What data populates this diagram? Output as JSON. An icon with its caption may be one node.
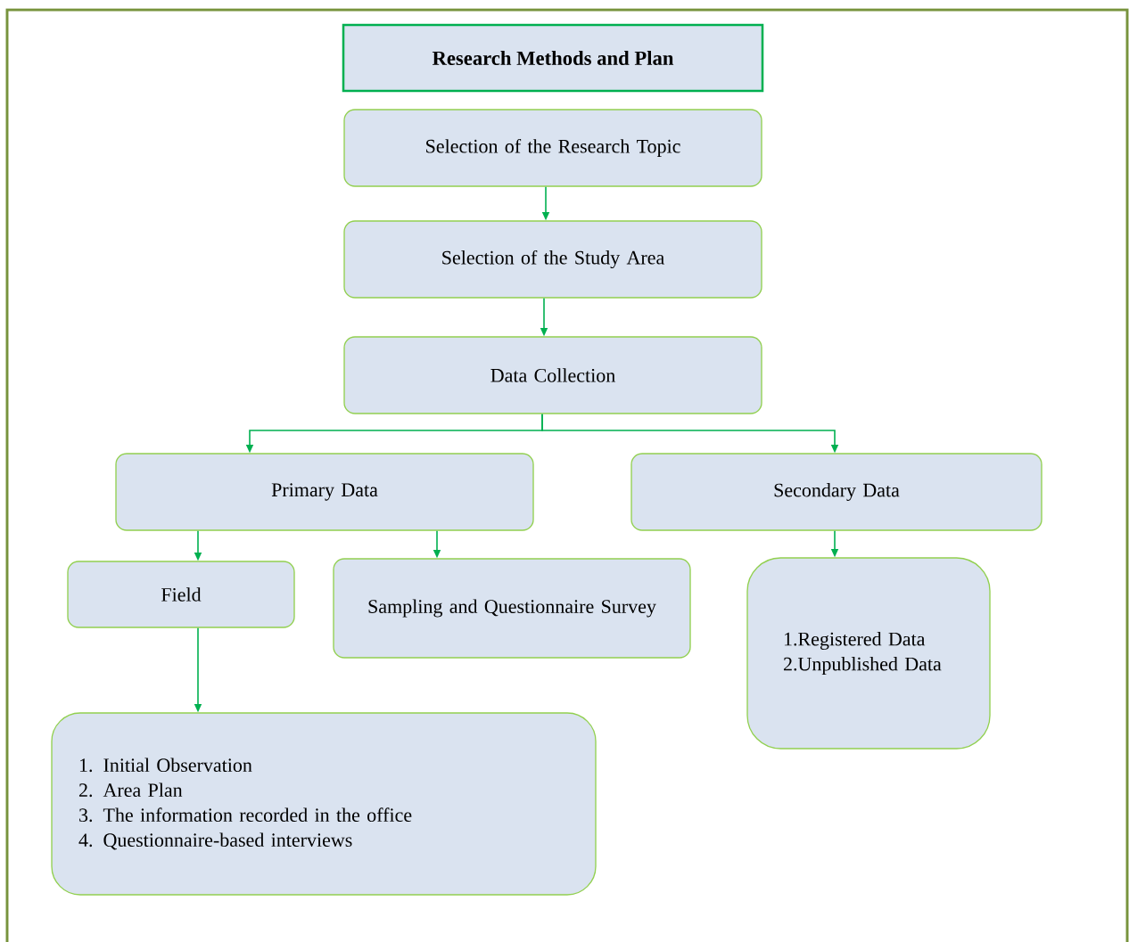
{
  "diagram": {
    "nodes": [
      {
        "text": [
          "Research Methods and Plan"
        ]
      },
      {
        "text": [
          "Selection of the Research Topic"
        ]
      },
      {
        "text": [
          "Selection of the Study Area"
        ]
      },
      {
        "text": [
          "Data Collection"
        ]
      },
      {
        "text": [
          "Primary Data"
        ]
      },
      {
        "text": [
          "Secondary Data"
        ]
      },
      {
        "text": [
          "Field"
        ]
      },
      {
        "text": [
          "Sampling and Questionnaire Survey"
        ]
      },
      {
        "text": [
          "1.Registered Data",
          "2.Unpublished Data"
        ]
      },
      {
        "text": [
          "1. Initial Observation",
          "2. Area Plan",
          "3. The information recorded in the office",
          "4. Questionnaire-based interviews"
        ]
      }
    ],
    "edges": [
      {
        "from": 1,
        "to": 2,
        "arrow": "to"
      },
      {
        "from": 2,
        "to": 3,
        "arrow": "to"
      },
      {
        "from": 3,
        "to": 4,
        "arrow": "to"
      },
      {
        "from": 3,
        "to": 5,
        "arrow": "to"
      },
      {
        "from": 4,
        "to": 6,
        "arrow": "to"
      },
      {
        "from": 4,
        "to": 7,
        "arrow": "to"
      },
      {
        "from": 5,
        "to": 8,
        "arrow": "to"
      },
      {
        "from": 6,
        "to": 9,
        "arrow": "to"
      }
    ]
  }
}
